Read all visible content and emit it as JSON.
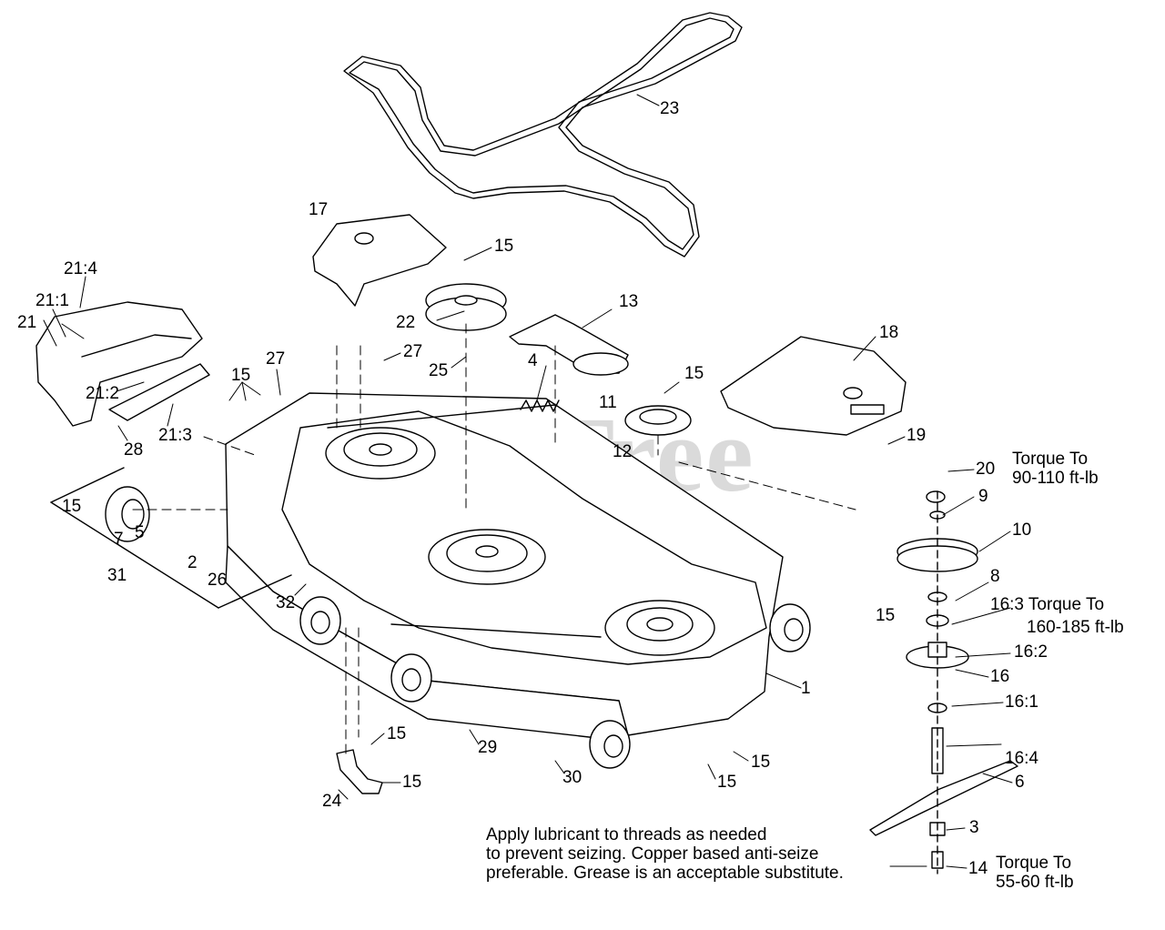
{
  "watermark": "PartsTree",
  "callouts": {
    "c1": "1",
    "c2": "2",
    "c3": "3",
    "c4": "4",
    "c5": "5",
    "c6": "6",
    "c7": "7",
    "c8": "8",
    "c9": "9",
    "c10": "10",
    "c11": "11",
    "c12": "12",
    "c13": "13",
    "c14": "14",
    "c15a": "15",
    "c15b": "15",
    "c15c": "15",
    "c15d": "15",
    "c15e": "15",
    "c15f": "15",
    "c15g": "15",
    "c15h": "15",
    "c15i": "15",
    "c16": "16",
    "c16_1": "16:1",
    "c16_2": "16:2",
    "c16_3": "16:3",
    "c16_4": "16:4",
    "c17": "17",
    "c18": "18",
    "c19": "19",
    "c20": "20",
    "c21": "21",
    "c21_1": "21:1",
    "c21_2": "21:2",
    "c21_3": "21:3",
    "c21_4": "21:4",
    "c22": "22",
    "c23": "23",
    "c24": "24",
    "c25": "25",
    "c26": "26",
    "c27a": "27",
    "c27b": "27",
    "c28": "28",
    "c29": "29",
    "c30": "30",
    "c31": "31",
    "c32": "32"
  },
  "torque_notes": {
    "spindle_nut": {
      "line1": "Torque To",
      "line2": "90-110 ft-lb"
    },
    "housing": {
      "line1": "Torque To",
      "line2": "160-185 ft-lb"
    },
    "blade_bolt": {
      "line1": "Torque To",
      "line2": "55-60 ft-lb"
    }
  },
  "lubricant_note": {
    "line1": "Apply lubricant to threads as needed",
    "line2": "to prevent seizing. Copper based anti-seize",
    "line3": "preferable. Grease is an acceptable substitute."
  }
}
